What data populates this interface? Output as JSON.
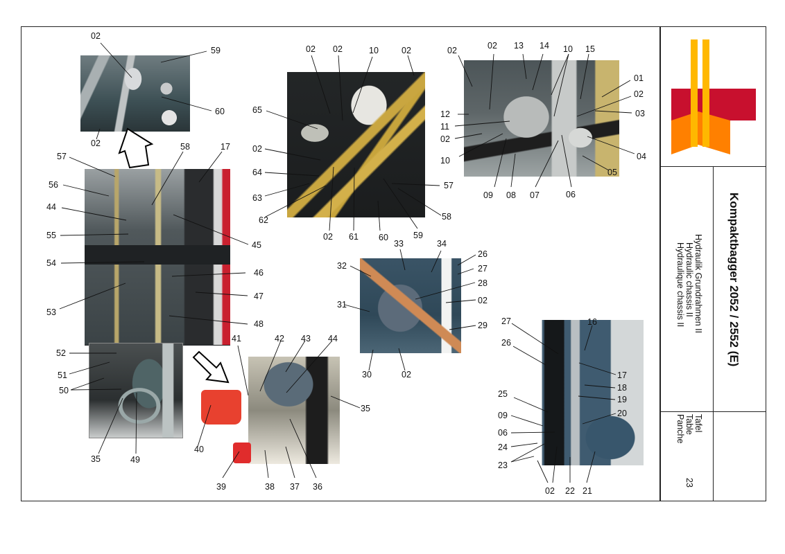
{
  "title_block": {
    "title": "Kompaktbagger 2052 / 2552 (E)",
    "subtitle_de": "Hydraulik Grundrahmen II",
    "subtitle_en": "Hydraulic chassis II",
    "subtitle_fr": "Hydraulique chassis II",
    "plate_label_de": "Tafel",
    "plate_label_en": "Table",
    "plate_label_fr": "Panche",
    "plate_number": "23"
  },
  "logo": {
    "colors": {
      "red": "#c8102e",
      "orange": "#ff8000",
      "yellow": "#ffb800"
    }
  },
  "photos": [
    {
      "id": "top-left-detail",
      "labels": [
        "02",
        "59",
        "60",
        "02"
      ]
    },
    {
      "id": "left-valve-block",
      "labels": [
        "57",
        "58",
        "17",
        "56",
        "44",
        "55",
        "45",
        "54",
        "46",
        "53",
        "47",
        "48"
      ]
    },
    {
      "id": "bottom-left-pump",
      "labels": [
        "52",
        "51",
        "50",
        "35",
        "49"
      ]
    },
    {
      "id": "quick-coupler",
      "labels": [
        "41",
        "42",
        "43",
        "44",
        "35",
        "40",
        "39",
        "38",
        "37",
        "36"
      ]
    },
    {
      "id": "center-top-pipes",
      "labels": [
        "02",
        "02",
        "10",
        "02",
        "65",
        "02",
        "64",
        "63",
        "62",
        "57",
        "58",
        "02",
        "61",
        "60",
        "59"
      ]
    },
    {
      "id": "top-right-manifold",
      "labels": [
        "02",
        "02",
        "13",
        "14",
        "10",
        "15",
        "01",
        "02",
        "03",
        "12",
        "11",
        "02",
        "10",
        "04",
        "05",
        "09",
        "08",
        "07",
        "06"
      ]
    },
    {
      "id": "center-lever-valve",
      "labels": [
        "33",
        "34",
        "26",
        "32",
        "27",
        "28",
        "31",
        "02",
        "29",
        "30",
        "02"
      ]
    },
    {
      "id": "bottom-right-cylinder",
      "labels": [
        "27",
        "16",
        "26",
        "17",
        "18",
        "19",
        "25",
        "20",
        "09",
        "06",
        "24",
        "23",
        "02",
        "22",
        "21"
      ]
    }
  ],
  "callouts": {
    "c1": "02",
    "c2": "59",
    "c3": "60",
    "c4": "02",
    "c5": "57",
    "c6": "58",
    "c7": "17",
    "c8": "56",
    "c9": "44",
    "c10": "55",
    "c11": "45",
    "c12": "54",
    "c13": "46",
    "c14": "53",
    "c15": "47",
    "c16": "48",
    "c17": "52",
    "c18": "51",
    "c19": "50",
    "c20": "35",
    "c21": "49",
    "c22": "41",
    "c23": "42",
    "c24": "43",
    "c25": "44",
    "c26": "35",
    "c27": "40",
    "c28": "39",
    "c29": "38",
    "c30": "37",
    "c31": "36",
    "c32": "02",
    "c33": "02",
    "c34": "10",
    "c35": "02",
    "c36": "65",
    "c37": "02",
    "c38": "64",
    "c39": "63",
    "c40": "62",
    "c41": "57",
    "c42": "58",
    "c43": "02",
    "c44": "61",
    "c45": "60",
    "c46": "59",
    "c47": "02",
    "c48": "02",
    "c49": "13",
    "c50": "14",
    "c51": "10",
    "c52": "15",
    "c53": "01",
    "c54": "02",
    "c55": "03",
    "c56": "12",
    "c57": "11",
    "c58": "02",
    "c59": "10",
    "c60": "04",
    "c61": "05",
    "c62": "09",
    "c63": "08",
    "c64": "07",
    "c65": "06",
    "c66": "33",
    "c67": "34",
    "c68": "26",
    "c69": "32",
    "c70": "27",
    "c71": "28",
    "c72": "31",
    "c73": "02",
    "c74": "29",
    "c75": "30",
    "c76": "02",
    "c77": "27",
    "c78": "16",
    "c79": "26",
    "c80": "17",
    "c81": "18",
    "c82": "19",
    "c83": "25",
    "c84": "20",
    "c85": "09",
    "c86": "06",
    "c87": "24",
    "c88": "23",
    "c89": "02",
    "c90": "22",
    "c91": "21"
  }
}
